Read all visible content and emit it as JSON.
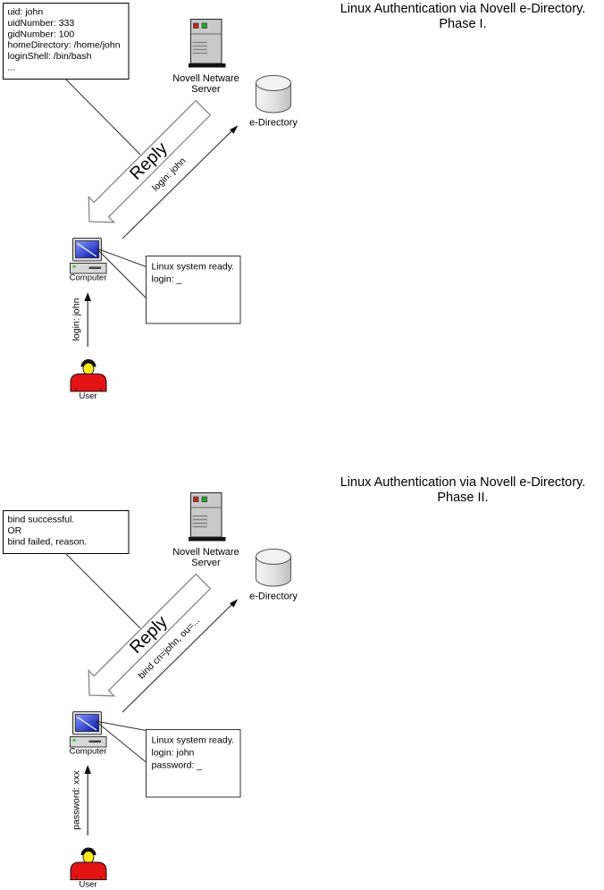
{
  "diagram": {
    "phases": [
      {
        "title": "Linux Authentication via Novell e-Directory.",
        "phase_label": "Phase I.",
        "info_box_lines": [
          "uid: john",
          "uidNumber: 333",
          "gidNumber: 100",
          "homeDirectory: /home/john",
          "loginShell: /bin/bash",
          "..."
        ],
        "reply_label": "Reply",
        "request_label": "login: john",
        "server_label_line1": "Novell Netware",
        "server_label_line2": "Server",
        "directory_label": "e-Directory",
        "computer_label": "Computer",
        "terminal_lines": [
          "Linux system ready.",
          "login: _"
        ],
        "user_input_label": "login: john",
        "user_label": "User"
      },
      {
        "title": "Linux Authentication via Novell e-Directory.",
        "phase_label": "Phase II.",
        "info_box_lines": [
          "bind successful.",
          "OR",
          "bind failed, reason."
        ],
        "reply_label": "Reply",
        "request_label": "bind cn=john, ou=...",
        "server_label_line1": "Novell Netware",
        "server_label_line2": "Server",
        "directory_label": "e-Directory",
        "computer_label": "Computer",
        "terminal_lines": [
          "Linux system ready.",
          "login: john",
          "password: _"
        ],
        "user_input_label": "password: xxx",
        "user_label": "User"
      }
    ],
    "colors": {
      "background": "#ffffff",
      "line": "#2f2f2f",
      "block_arrow_outline": "#868686",
      "box_fill": "#ffffff",
      "server_body_grey": "#c9c9c9",
      "server_led_red": "#cc2222",
      "server_led_green": "#22aa22",
      "screen_blue": "#1122cc",
      "hardware_grey": "#d8d8d8",
      "user_shirt_red": "#e41414",
      "user_face_yellow": "#ffe81a"
    }
  }
}
